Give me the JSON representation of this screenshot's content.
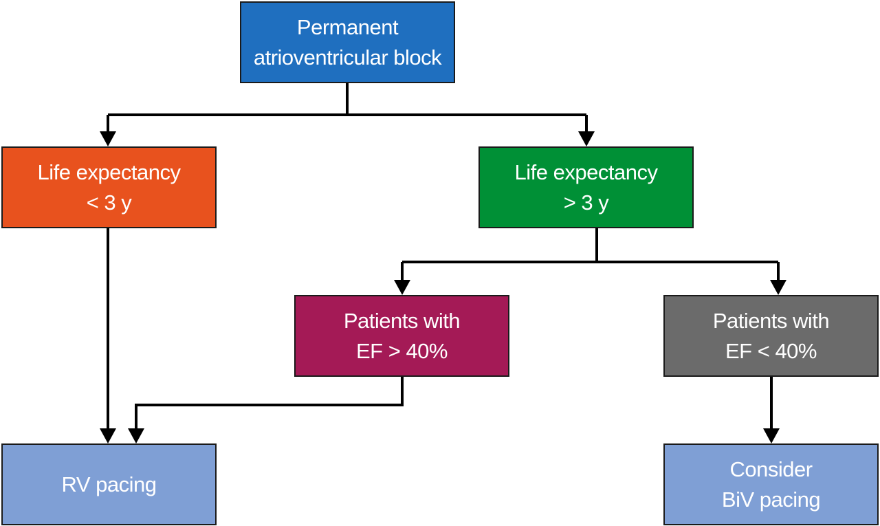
{
  "colors": {
    "root": "#1f6fbf",
    "life_lt": "#e8521e",
    "life_gt": "#009036",
    "ef_gt": "#a41a56",
    "ef_lt": "#6b6b6b",
    "outcome": "#7f9fd5",
    "line": "#000000"
  },
  "nodes": {
    "root": {
      "line1": "Permanent",
      "line2": "atrioventricular block"
    },
    "life_lt": {
      "line1": "Life expectancy",
      "line2": "< 3 y"
    },
    "life_gt": {
      "line1": "Life expectancy",
      "line2": "> 3 y"
    },
    "ef_gt": {
      "line1": "Patients with",
      "line2": "EF > 40%"
    },
    "ef_lt": {
      "line1": "Patients with",
      "line2": "EF < 40%"
    },
    "rv": {
      "line1": "RV pacing"
    },
    "biv": {
      "line1": "Consider",
      "line2": "BiV pacing"
    }
  }
}
